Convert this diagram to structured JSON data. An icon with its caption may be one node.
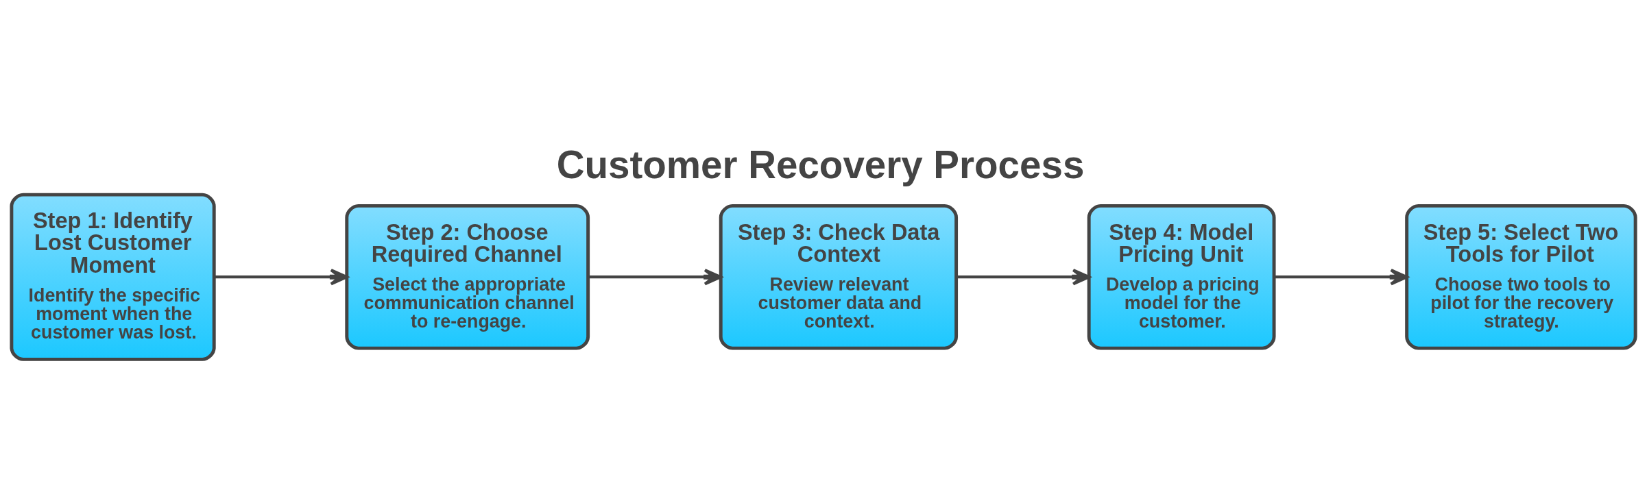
{
  "diagram": {
    "title": "Customer Recovery Process",
    "nodes": [
      {
        "text": [
          "Step 1: Identify Lost Customer Moment",
          "Identify the specific moment when the customer was lost."
        ]
      },
      {
        "text": [
          "Step 2: Choose Required Channel",
          "Select the appropriate communication channel to re-engage."
        ]
      },
      {
        "text": [
          "Step 3: Check Data Context",
          "Review relevant customer data and context."
        ]
      },
      {
        "text": [
          "Step 4: Model Pricing Unit",
          "Develop a pricing model for the customer."
        ]
      },
      {
        "text": [
          "Step 5: Select Two Tools for Pilot",
          "Choose two tools to pilot for the recovery strategy."
        ]
      }
    ],
    "edges": [
      {
        "from": 0,
        "to": 1,
        "arrow": "to"
      },
      {
        "from": 1,
        "to": 2,
        "arrow": "to"
      },
      {
        "from": 2,
        "to": 3,
        "arrow": "to"
      },
      {
        "from": 3,
        "to": 4,
        "arrow": "to"
      }
    ]
  }
}
